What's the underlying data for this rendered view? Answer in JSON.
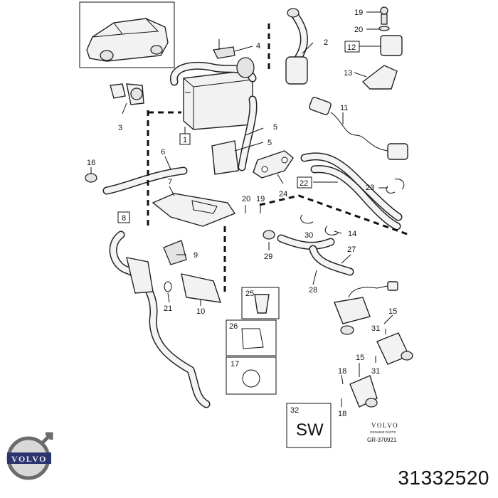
{
  "callouts": {
    "c1": "1",
    "c2": "2",
    "c3": "3",
    "c4": "4",
    "c5a": "5",
    "c5b": "5",
    "c6": "6",
    "c7": "7",
    "c8": "8",
    "c9": "9",
    "c10": "10",
    "c11": "11",
    "c12": "12",
    "c13": "13",
    "c14": "14",
    "c15a": "15",
    "c15b": "15",
    "c16": "16",
    "c17": "17",
    "c18a": "18",
    "c18b": "18",
    "c19a": "19",
    "c19b": "19",
    "c20a": "20",
    "c20b": "20",
    "c21": "21",
    "c22": "22",
    "c23": "23",
    "c24": "24",
    "c25": "25",
    "c26": "26",
    "c27": "27",
    "c28": "28",
    "c29": "29",
    "c30": "30",
    "c31a": "31",
    "c31b": "31",
    "c32": "32"
  },
  "sw_box": {
    "label": "SW"
  },
  "volvo_stamp": {
    "brand": "VOLVO",
    "subtitle": "GENUINE PARTS",
    "ref": "GR-370921"
  },
  "logo": {
    "brand": "VOLVO"
  },
  "part_number": "31332520"
}
